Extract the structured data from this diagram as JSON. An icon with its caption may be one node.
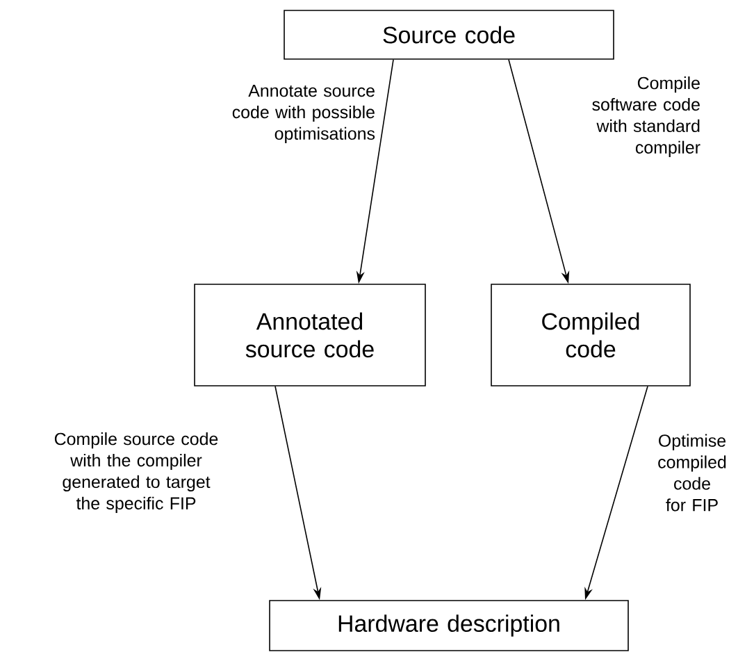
{
  "diagram": {
    "nodes": [
      {
        "text": [
          "Source code"
        ]
      },
      {
        "text": [
          "Annotated source code"
        ]
      },
      {
        "text": [
          "Compiled code"
        ]
      },
      {
        "text": [
          "Hardware description"
        ]
      }
    ],
    "edges": [
      {
        "from": 0,
        "to": 1,
        "arrow": "to",
        "label": "Annotate source code with possible optimisations"
      },
      {
        "from": 0,
        "to": 2,
        "arrow": "to",
        "label": "Compile software code with standard compiler"
      },
      {
        "from": 1,
        "to": 3,
        "arrow": "to",
        "label": "Compile source code with the compiler generated to target the specific FIP"
      },
      {
        "from": 2,
        "to": 3,
        "arrow": "to",
        "label": "Optimise compiled code for FIP"
      }
    ]
  }
}
